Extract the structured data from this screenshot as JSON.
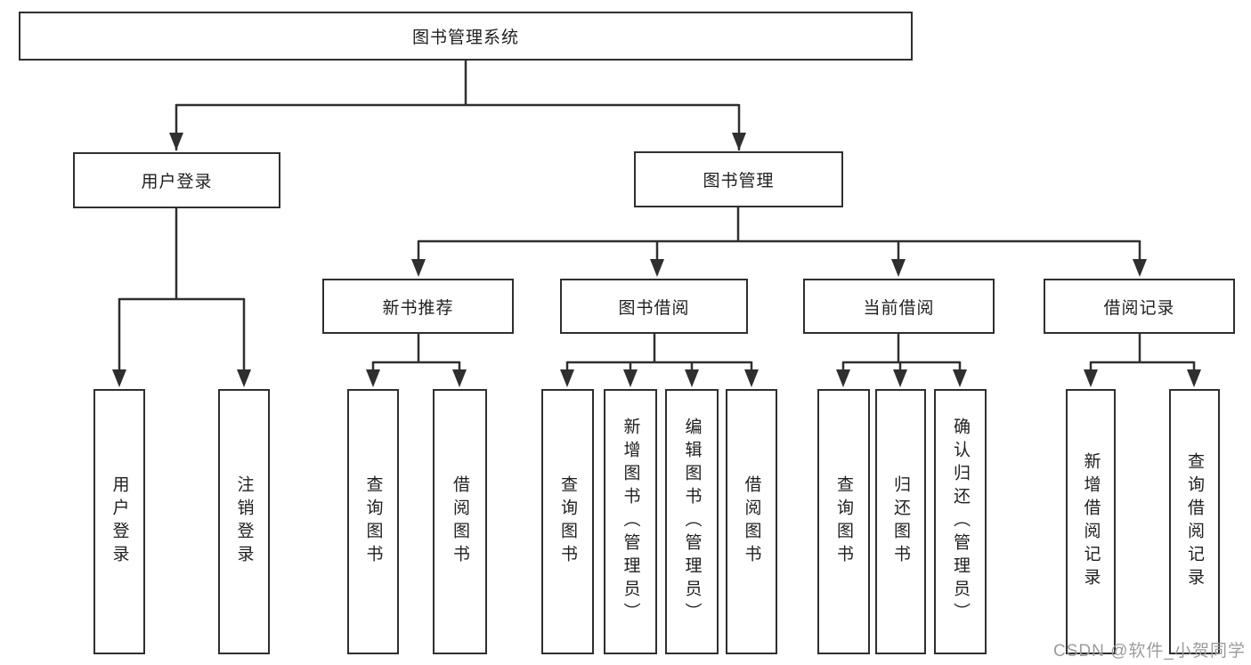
{
  "tree": {
    "root": "图书管理系统",
    "children": [
      {
        "label": "用户登录",
        "children": [
          "用户登录",
          "注销登录"
        ]
      },
      {
        "label": "图书管理",
        "children": [
          {
            "label": "新书推荐",
            "children": [
              "查询图书",
              "借阅图书"
            ]
          },
          {
            "label": "图书借阅",
            "children": [
              "查询图书",
              "新增图书（管理员）",
              "编辑图书（管理员）",
              "借阅图书"
            ]
          },
          {
            "label": "当前借阅",
            "children": [
              "查询图书",
              "归还图书",
              "确认归还（管理员）"
            ]
          },
          {
            "label": "借阅记录",
            "children": [
              "新增借阅记录",
              "查询借阅记录"
            ]
          }
        ]
      }
    ]
  },
  "watermark": "CSDN @软件_小贺同学",
  "colors": {
    "line": "#2f2f2f",
    "box_border": "#2f2f2f",
    "box_fill": "#ffffff",
    "text": "#1f1f1f",
    "watermark_text": "#9c9c9c",
    "background": "#ffffff"
  }
}
